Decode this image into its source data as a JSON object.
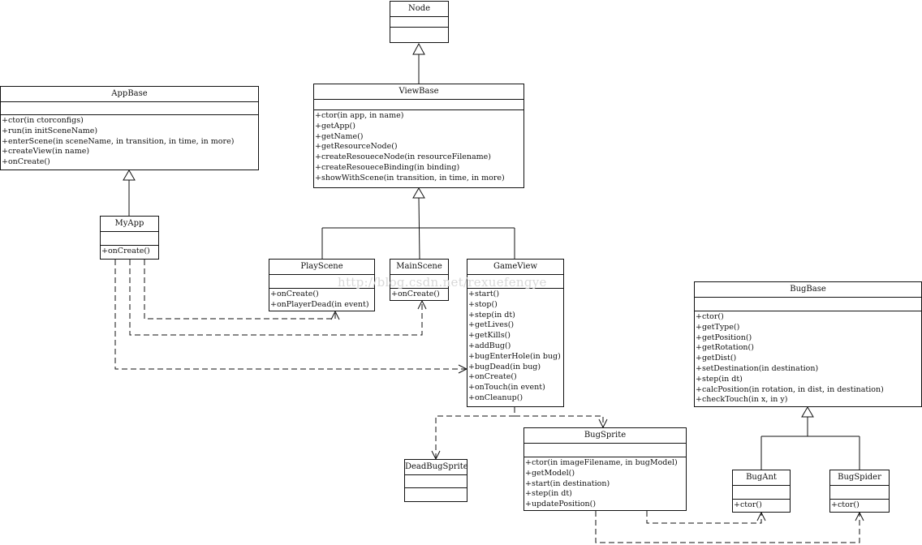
{
  "classes": {
    "node": {
      "name": "Node",
      "operations": []
    },
    "viewbase": {
      "name": "ViewBase",
      "operations": [
        "+ctor(in app, in name)",
        "+getApp()",
        "+getName()",
        "+getResourceNode()",
        "+createResoueceNode(in resourceFilename)",
        "+createResoueceBinding(in binding)",
        "+showWithScene(in transition, in time, in more)"
      ]
    },
    "appbase": {
      "name": "AppBase",
      "operations": [
        "+ctor(in ctorconfigs)",
        "+run(in initSceneName)",
        "+enterScene(in sceneName, in transition, in time, in more)",
        "+createView(in name)",
        "+onCreate()"
      ]
    },
    "myapp": {
      "name": "MyApp",
      "operations": [
        "+onCreate()"
      ]
    },
    "playscene": {
      "name": "PlayScene",
      "operations": [
        "+onCreate()",
        "+onPlayerDead(in event)"
      ]
    },
    "mainscene": {
      "name": "MainScene",
      "operations": [
        "+onCreate()"
      ]
    },
    "gameview": {
      "name": "GameView",
      "operations": [
        "+start()",
        "+stop()",
        "+step(in dt)",
        "+getLives()",
        "+getKills()",
        "+addBug()",
        "+bugEnterHole(in bug)",
        "+bugDead(in bug)",
        "+onCreate()",
        "+onTouch(in event)",
        "+onCleanup()"
      ]
    },
    "bugbase": {
      "name": "BugBase",
      "operations": [
        "+ctor()",
        "+getType()",
        "+getPosition()",
        "+getRotation()",
        "+getDist()",
        "+setDestination(in destination)",
        "+step(in dt)",
        "+calcPosition(in rotation, in dist, in destination)",
        "+checkTouch(in x, in y)"
      ]
    },
    "deadbugsprite": {
      "name": "DeadBugSprite",
      "operations": []
    },
    "bugsprite": {
      "name": "BugSprite",
      "operations": [
        "+ctor(in imageFilename, in bugModel)",
        "+getModel()",
        "+start(in destination)",
        "+step(in dt)",
        "+updatePosition()"
      ]
    },
    "bugant": {
      "name": "BugAnt",
      "operations": [
        "+ctor()"
      ]
    },
    "bugspider": {
      "name": "BugSpider",
      "operations": [
        "+ctor()"
      ]
    }
  },
  "watermark": "http://blog.csdn.net/rexuefengye"
}
